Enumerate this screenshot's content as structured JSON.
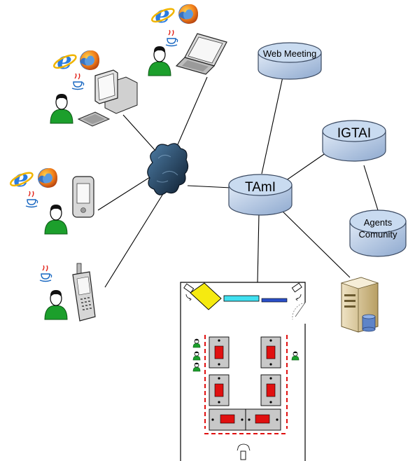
{
  "nodes": {
    "web_meeting": "Web Meeting",
    "igtai": "IGTAI",
    "taml": "TAmI",
    "agents_line1": "Agents",
    "agents_line2": "Comunity"
  },
  "colors": {
    "node_fill": "#b9cde6",
    "node_stroke": "#3b4a62",
    "user_green": "#1c9f2c",
    "cloud": "#1e3550",
    "table_red": "#e01010",
    "screen_cyan": "#40e0f0",
    "board_blue": "#2a4fc8",
    "projector_yellow": "#f5ea10"
  },
  "icons": [
    "ie-icon",
    "firefox-icon",
    "java-icon",
    "laptop-icon",
    "desktop-computer-icon",
    "pda-icon",
    "mobile-phone-icon",
    "user-icon",
    "internet-cloud-icon",
    "server-icon",
    "camera-icon",
    "projector-icon",
    "microphone-icon"
  ]
}
